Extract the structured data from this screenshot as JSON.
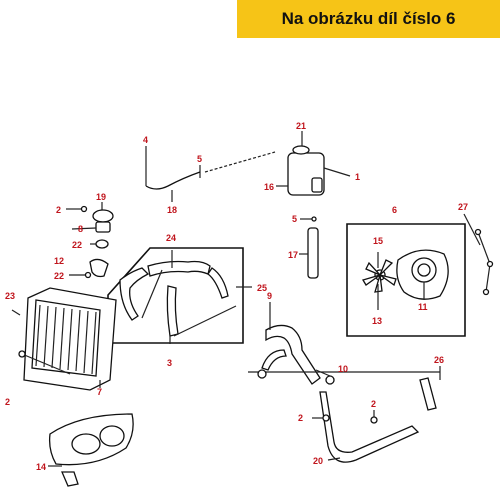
{
  "banner": {
    "text": "Na obrázku díl číslo 6"
  },
  "colors": {
    "banner_bg": "#f6c417",
    "label": "#c0141c",
    "line": "#222222"
  },
  "callouts": {
    "c1": "1",
    "c2a": "2",
    "c2b": "2",
    "c2c": "2",
    "c2d": "2",
    "c3": "3",
    "c4": "4",
    "c5a": "5",
    "c5b": "5",
    "c6": "6",
    "c7": "7",
    "c8": "8",
    "c9": "9",
    "c10": "10",
    "c11": "11",
    "c12": "12",
    "c13": "13",
    "c14": "14",
    "c15": "15",
    "c16": "16",
    "c17": "17",
    "c18": "18",
    "c19": "19",
    "c20": "20",
    "c21": "21",
    "c22a": "22",
    "c22b": "22",
    "c23": "23",
    "c24": "24",
    "c25": "25",
    "c26": "26",
    "c27": "27"
  }
}
